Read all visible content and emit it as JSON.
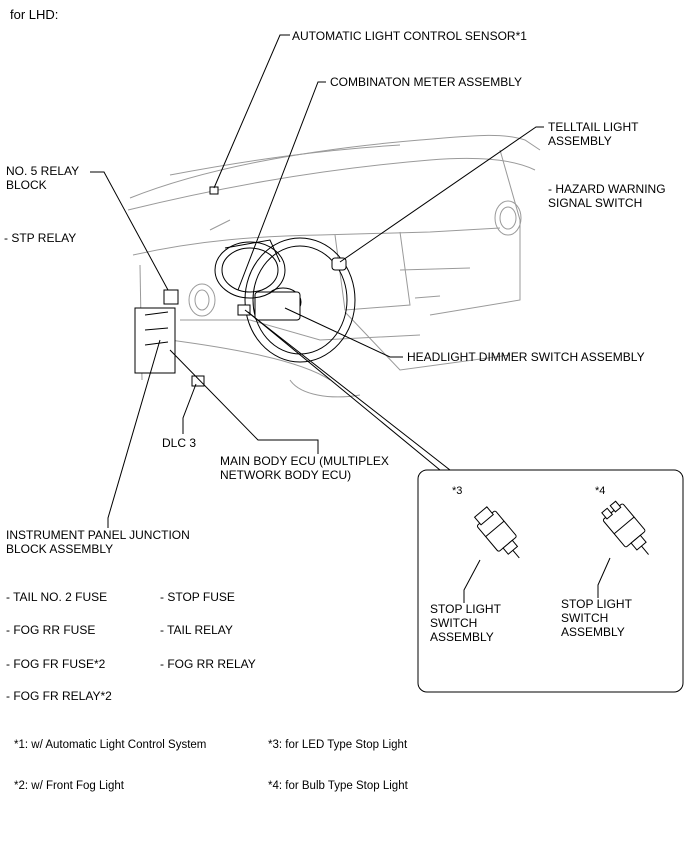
{
  "header": {
    "title": "for LHD:"
  },
  "callouts": {
    "auto_light_sensor": "AUTOMATIC LIGHT CONTROL SENSOR*1",
    "combination_meter": "COMBINATON METER ASSEMBLY",
    "telltail_light": [
      "TELLTAIL LIGHT",
      "ASSEMBLY"
    ],
    "hazard_switch": [
      "- HAZARD WARNING",
      "SIGNAL SWITCH"
    ],
    "relay_block": [
      "NO. 5 RELAY",
      "BLOCK"
    ],
    "stp_relay": "- STP RELAY",
    "headlight_dimmer": "HEADLIGHT DIMMER SWITCH ASSEMBLY",
    "dlc3": "DLC 3",
    "main_body_ecu": [
      "MAIN BODY ECU (MULTIPLEX",
      "NETWORK BODY ECU)"
    ],
    "junction_block": [
      "INSTRUMENT PANEL JUNCTION",
      "BLOCK ASSEMBLY"
    ]
  },
  "junction_items": {
    "left": [
      "- TAIL NO. 2 FUSE",
      "- FOG RR FUSE",
      "- FOG FR FUSE*2",
      "- FOG FR RELAY*2"
    ],
    "right": [
      "- STOP FUSE",
      "- TAIL RELAY",
      "- FOG RR RELAY"
    ]
  },
  "inset": {
    "marker3": "*3",
    "marker4": "*4",
    "switch3_label": [
      "STOP LIGHT",
      "SWITCH",
      "ASSEMBLY"
    ],
    "switch4_label": [
      "STOP LIGHT",
      "SWITCH",
      "ASSEMBLY"
    ]
  },
  "footnotes": {
    "n1": "*1: w/ Automatic Light Control System",
    "n2": "*2: w/ Front Fog Light",
    "n3": "*3: for LED Type Stop Light",
    "n4": "*4: for Bulb Type Stop Light"
  }
}
